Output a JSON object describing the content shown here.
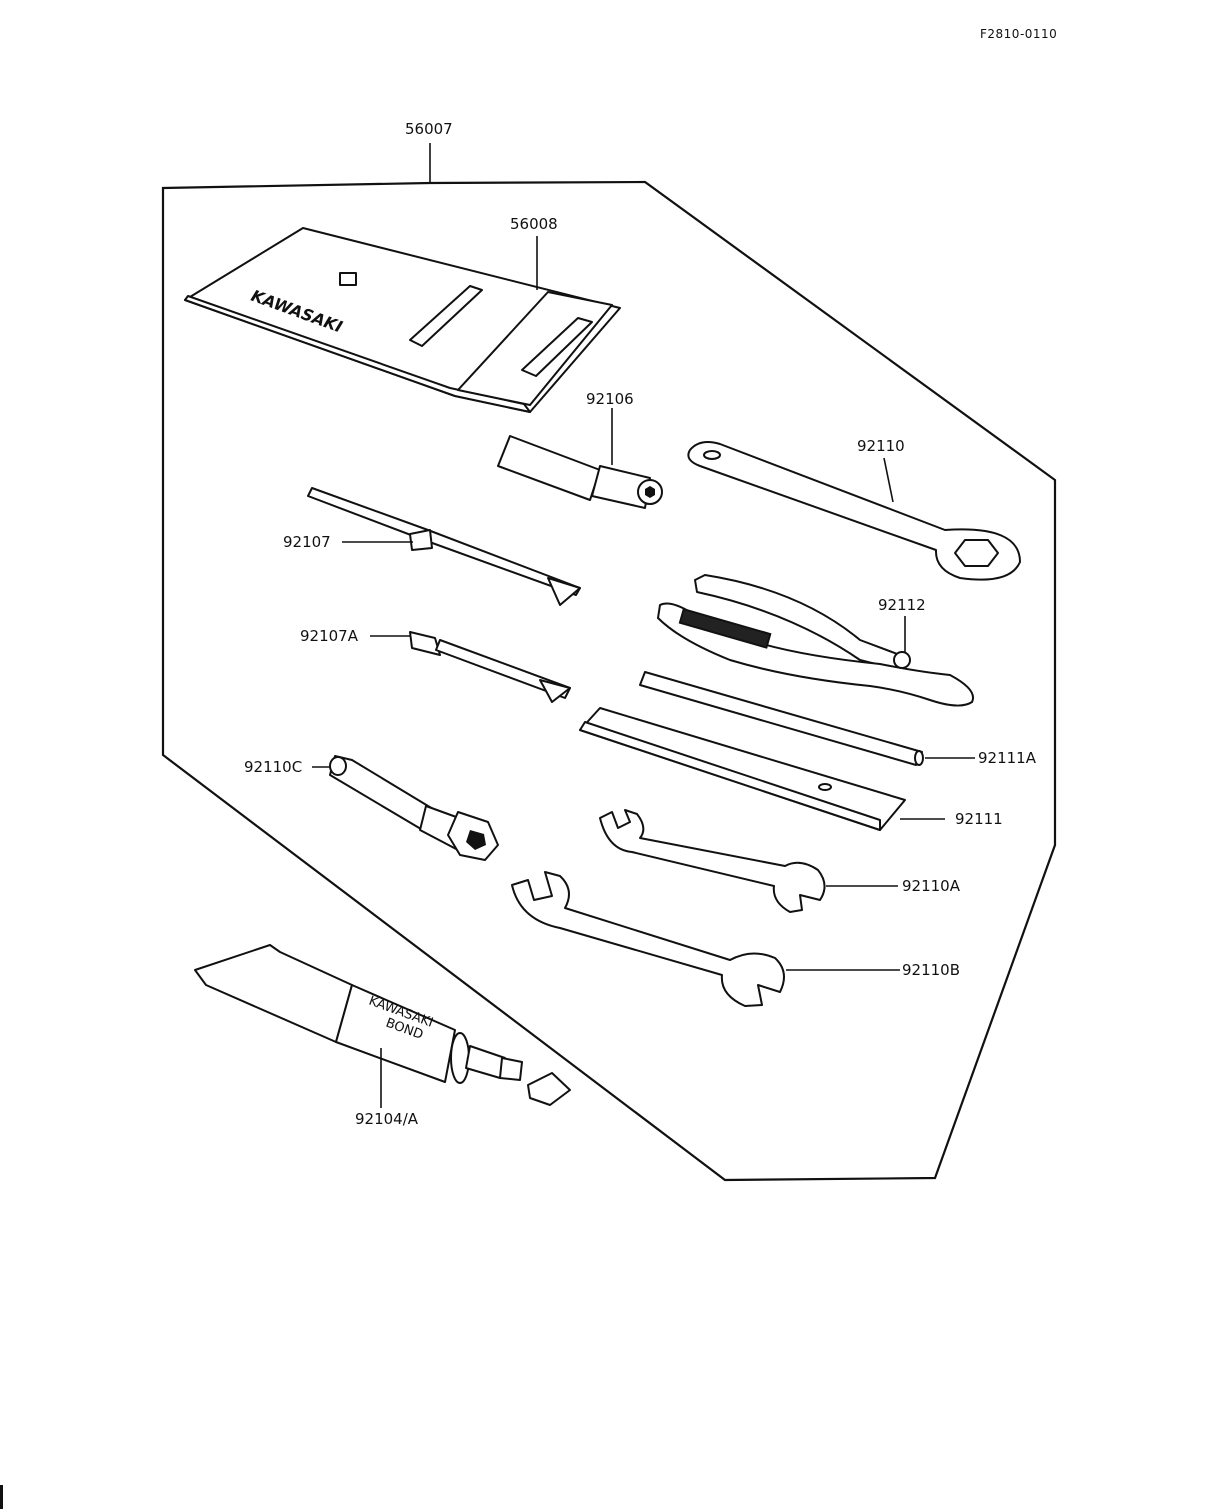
{
  "diagram": {
    "code": "F2810-0110",
    "labels": {
      "kit": "56007",
      "pouch": "56008",
      "socket_handle": "92106",
      "ring_wrench": "92110",
      "screwdriver": "92107",
      "screwdriver_a": "92107A",
      "pliers": "92112",
      "rod": "92111A",
      "bar": "92111",
      "box_wrench": "92110C",
      "wrench_a": "92110A",
      "wrench_b": "92110B",
      "bond": "92104/A"
    },
    "pouch_print": "KAWASAKI",
    "tube_print_1": "KAWASAKI",
    "tube_print_2": "BOND"
  }
}
